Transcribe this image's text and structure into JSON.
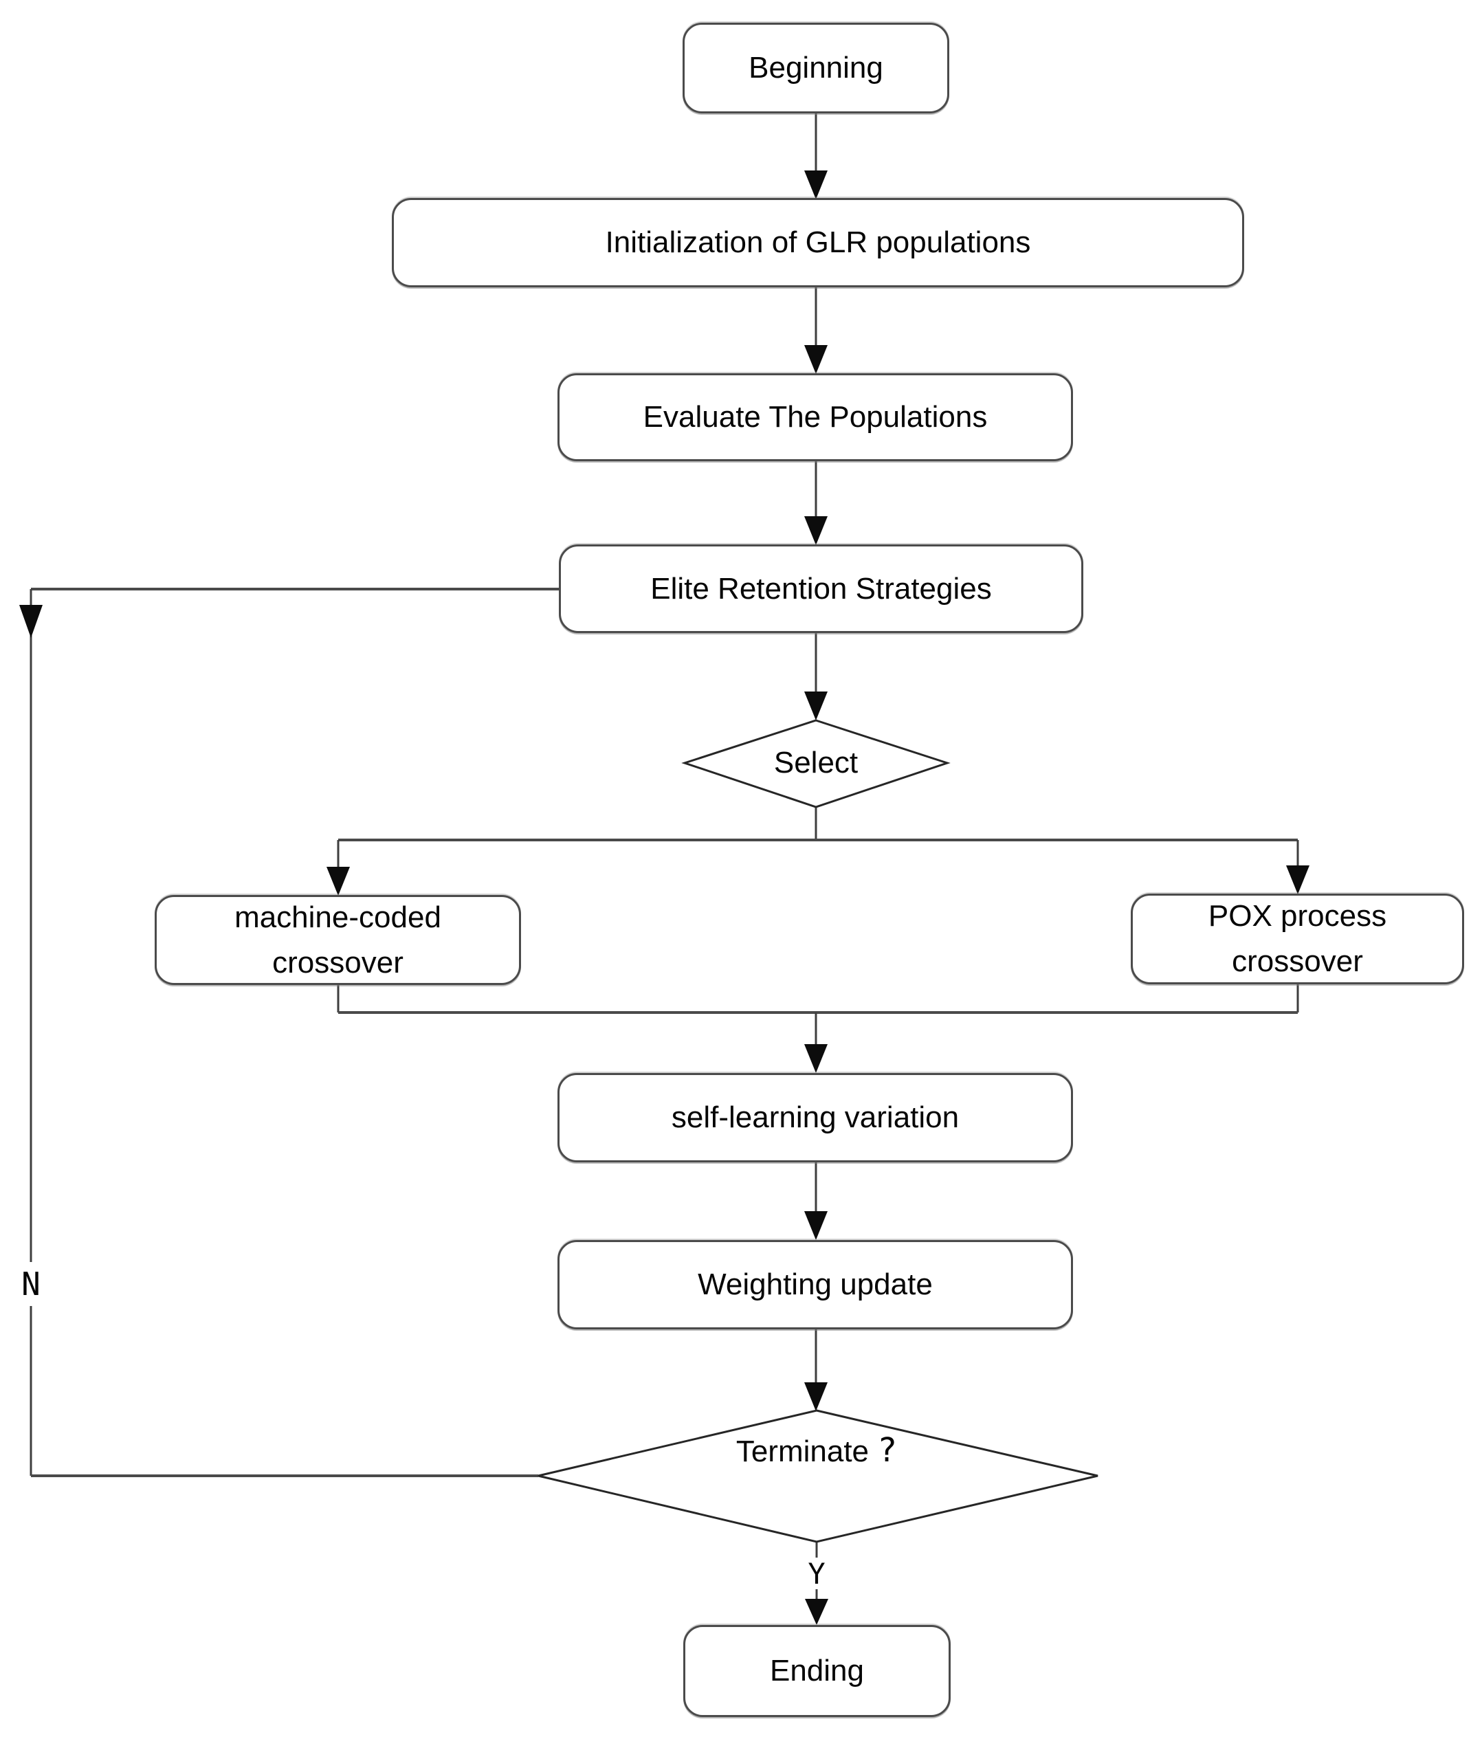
{
  "flowchart": {
    "colors": {
      "background": "#ffffff",
      "line": "#3e3e3e",
      "node_border": "#4b4b4b",
      "text": "#060606",
      "arrowhead": "#0c0c0c"
    },
    "nodes": {
      "beginning": {
        "type": "terminator",
        "label": "Beginning"
      },
      "initialization": {
        "type": "process",
        "label": "Initialization of GLR populations"
      },
      "evaluate": {
        "type": "process",
        "label": "Evaluate The Populations"
      },
      "elite": {
        "type": "process",
        "label": "Elite Retention Strategies"
      },
      "select": {
        "type": "decision",
        "label": "Select"
      },
      "machine_crossover": {
        "type": "process",
        "line1": "machine-coded",
        "line2": "crossover"
      },
      "pox_crossover": {
        "type": "process",
        "line1": "POX process",
        "line2": "crossover"
      },
      "self_learning": {
        "type": "process",
        "label": "self-learning variation"
      },
      "weighting": {
        "type": "process",
        "label": "Weighting update"
      },
      "terminate": {
        "type": "decision",
        "line1": "Terminate",
        "line2": "?"
      },
      "ending": {
        "type": "terminator",
        "label": "Ending"
      }
    },
    "edge_labels": {
      "no_label": "N",
      "yes_label": "Y"
    }
  }
}
